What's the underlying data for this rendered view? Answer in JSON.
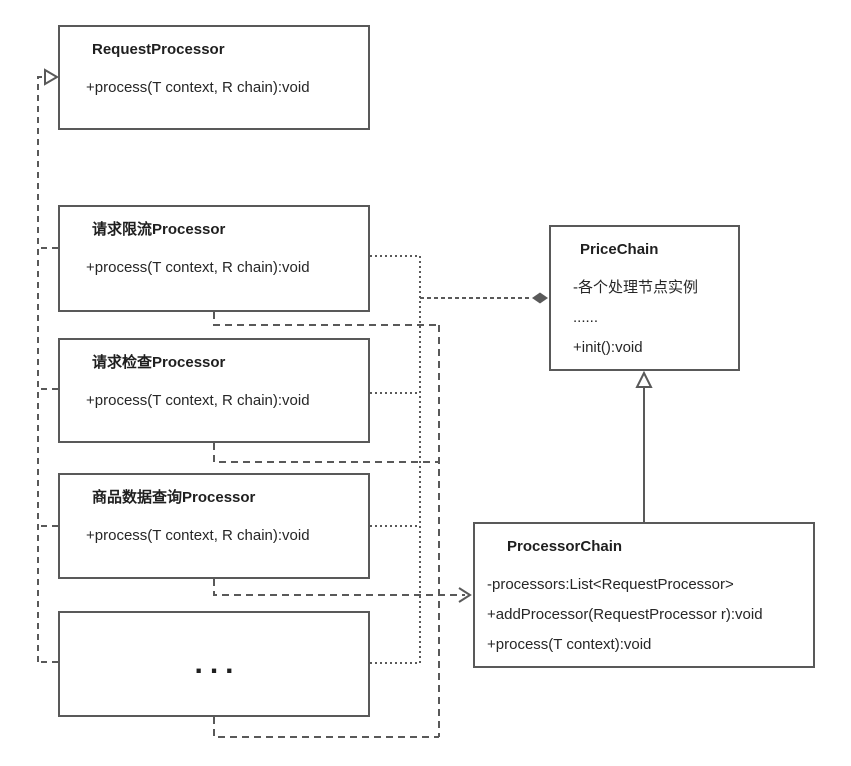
{
  "diagram": {
    "background_color": "#ffffff",
    "stroke_color": "#595959",
    "text_color": "#262626"
  },
  "classes": {
    "request_processor": {
      "title": "RequestProcessor",
      "members": [
        "+process(T context, R chain):void"
      ]
    },
    "rate_limit_processor": {
      "title": "请求限流Processor",
      "members": [
        "+process(T context, R chain):void"
      ]
    },
    "check_processor": {
      "title": "请求检查Processor",
      "members": [
        "+process(T context, R chain):void"
      ]
    },
    "product_query_processor": {
      "title": "商品数据查询Processor",
      "members": [
        "+process(T context, R chain):void"
      ]
    },
    "ellipsis_box": {
      "label": "..."
    },
    "price_chain": {
      "title": "PriceChain",
      "members": [
        "-各个处理节点实例",
        "......",
        "+init():void"
      ]
    },
    "processor_chain": {
      "title": "ProcessorChain",
      "members": [
        "-processors:List<RequestProcessor>",
        "+addProcessor(RequestProcessor r):void",
        "+process(T context):void"
      ]
    }
  }
}
